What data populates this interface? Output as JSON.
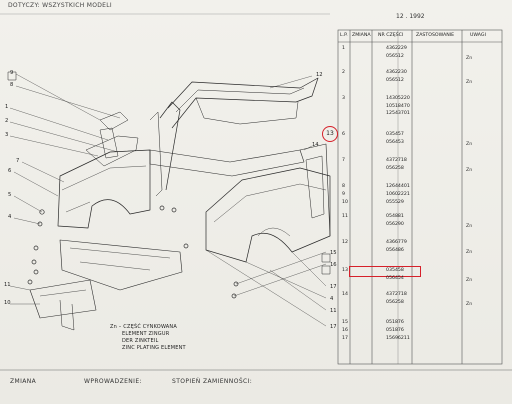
{
  "header": {
    "title": "DOTYCZY: WSZYSTKICH MODELI",
    "date": "12 . 1992"
  },
  "table": {
    "col_lp": "L.P.",
    "col_zmiana": "ZMIANA",
    "col_nr": "NR CZĘŚCI",
    "col_zast": "ZASTOSOWANIE",
    "col_uwagi": "UWAGI",
    "rows": [
      {
        "lp": "1",
        "parts": [
          "4362229",
          "056512"
        ],
        "uwagi": "Zn"
      },
      {
        "lp": "2",
        "parts": [
          "4362230",
          "056512"
        ],
        "uwagi": "Zn"
      },
      {
        "lp": "3",
        "parts": [
          "14305220",
          "10518470",
          "12543701"
        ],
        "uwagi": ""
      },
      {
        "lp": "6",
        "parts": [
          "035457",
          "056453"
        ],
        "uwagi": "Zn"
      },
      {
        "lp": "7",
        "parts": [
          "4372718",
          "056258"
        ],
        "uwagi": "Zn"
      },
      {
        "lp": "8",
        "parts": [
          "12644401"
        ],
        "uwagi": ""
      },
      {
        "lp": "9",
        "parts": [
          "10602221"
        ],
        "uwagi": ""
      },
      {
        "lp": "10",
        "parts": [
          "055529"
        ],
        "uwagi": ""
      },
      {
        "lp": "11",
        "parts": [
          "054881",
          "056290"
        ],
        "uwagi": "Zn"
      },
      {
        "lp": "12",
        "parts": [
          "4366779",
          "056486"
        ],
        "uwagi": "Zn"
      },
      {
        "lp": "13",
        "parts": [
          "035458",
          "056454"
        ],
        "uwagi": "Zn"
      },
      {
        "lp": "14",
        "parts": [
          "4372718",
          "056258"
        ],
        "uwagi": "Zn"
      },
      {
        "lp": "15",
        "parts": [
          "051876"
        ],
        "uwagi": ""
      },
      {
        "lp": "16",
        "parts": [
          "051876"
        ],
        "uwagi": ""
      },
      {
        "lp": "17",
        "parts": [
          "15696211"
        ],
        "uwagi": ""
      }
    ]
  },
  "diagram": {
    "labels_left": [
      "9",
      "8",
      "1",
      "2",
      "3",
      "7",
      "6",
      "5",
      "4",
      "11",
      "10"
    ],
    "labels_right": [
      "12",
      "14",
      "13",
      "15",
      "16",
      "17",
      "4",
      "11",
      "17"
    ],
    "highlight_label": "13",
    "zn_legend": [
      "Zn – CZĘŚĆ CYNKOWANA",
      "ELEMENT ZINGUR",
      "DER ZINKTEIL",
      "ZINC PLATING ELEMENT"
    ]
  },
  "footer": {
    "zmiana": "ZMIANA",
    "wprowadzenie": "WPROWADZENIE:",
    "stopien": "STOPIEŃ ZAMIENNOŚCI:"
  },
  "colors": {
    "highlight": "#d6202a",
    "ink": "#222222"
  }
}
